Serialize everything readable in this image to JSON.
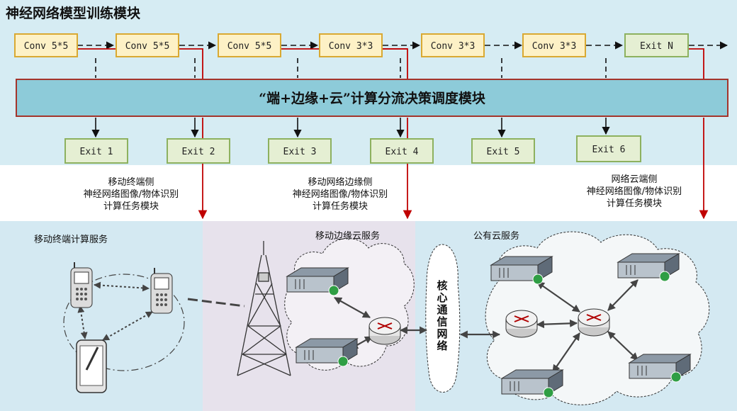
{
  "title": "神经网络模型训练模块",
  "conv_layers": [
    {
      "label": "Conv 5*5"
    },
    {
      "label": "Conv 5*5"
    },
    {
      "label": "Conv 5*5"
    },
    {
      "label": "Conv 3*3"
    },
    {
      "label": "Conv 3*3"
    },
    {
      "label": "Conv 3*3"
    }
  ],
  "exit_n": "Exit N",
  "decision_module": "“端+边缘+云”计算分流决策调度模块",
  "exits": [
    "Exit 1",
    "Exit 2",
    "Exit 3",
    "Exit 4",
    "Exit 5",
    "Exit 6"
  ],
  "captions": {
    "terminal": [
      "移动终端侧",
      "神经网络图像/物体识别",
      "计算任务模块"
    ],
    "edge": [
      "移动网络边缘侧",
      "神经网络图像/物体识别",
      "计算任务模块"
    ],
    "cloud": [
      "网络云端侧",
      "神经网络图像/物体识别",
      "计算任务模块"
    ]
  },
  "panels": {
    "terminal_service": "移动终端计算服务",
    "edge_service": "移动边缘云服务",
    "public_cloud": "公有云服务"
  },
  "core_network": "核心通信网络",
  "colors": {
    "conv_fill": "#fdf1c6",
    "conv_border": "#d9a932",
    "exit_fill": "#e5efd3",
    "exit_border": "#8db15f",
    "decision_fill": "#8dcbd9",
    "decision_border": "#a4342b",
    "data_path": "#c00000"
  }
}
